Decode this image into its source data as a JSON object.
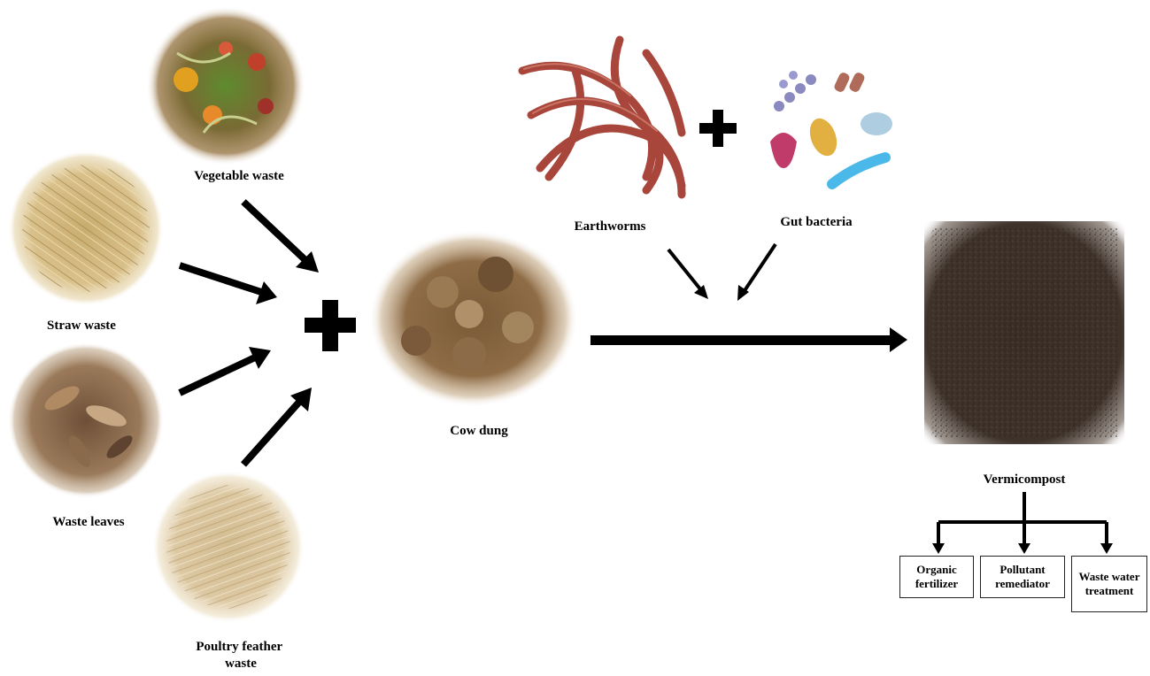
{
  "inputs": {
    "vegetable_waste": "Vegetable waste",
    "straw_waste": "Straw waste",
    "waste_leaves": "Waste leaves",
    "poultry_feather_waste": "Poultry  feather waste",
    "cow_dung": "Cow dung"
  },
  "agents": {
    "earthworms": "Earthworms",
    "gut_bacteria": "Gut bacteria"
  },
  "output": {
    "vermicompost": "Vermicompost",
    "uses": [
      "Organic fertilizer",
      "Pollutant remediator",
      "Waste water treatment"
    ]
  },
  "colors": {
    "arrow": "#000000",
    "vegetable": "#6a8a3a",
    "straw": "#d8c08a",
    "leaves": "#8a6a4a",
    "feather": "#d6c39a",
    "dung": "#8a6a44",
    "worm": "#a8463c",
    "compost": "#3a2e26"
  },
  "icons": [
    "plus-icon",
    "arrow-icon",
    "bacteria-icon",
    "worm-icon"
  ]
}
